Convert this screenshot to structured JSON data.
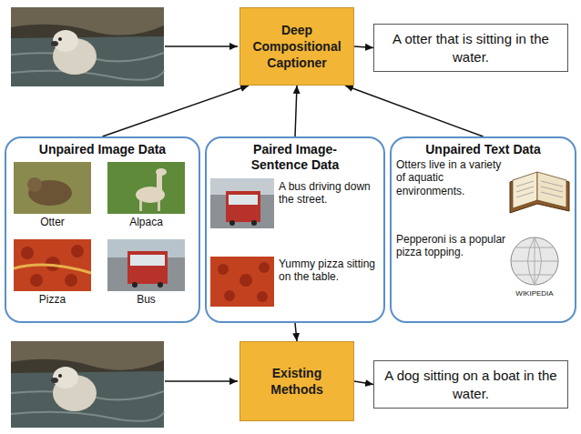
{
  "diagram": {
    "nodes": [
      {
        "text": [
          "Deep Compositional Captioner"
        ]
      },
      {
        "text": [
          "A otter that is sitting in the water."
        ]
      },
      {
        "text": [
          "Unpaired Image Data"
        ]
      },
      {
        "text": [
          "Paired Image-Sentence Data"
        ]
      },
      {
        "text": [
          "Unpaired Text Data"
        ]
      },
      {
        "text": [
          "Existing Methods"
        ]
      },
      {
        "text": [
          "A dog sitting on a boat in the water."
        ]
      }
    ],
    "edges": [
      {
        "from": 0,
        "to": 1,
        "arrow": "to"
      },
      {
        "from": 2,
        "to": 0,
        "arrow": "to"
      },
      {
        "from": 3,
        "to": 0,
        "arrow": "to"
      },
      {
        "from": 4,
        "to": 0,
        "arrow": "to"
      },
      {
        "from": 3,
        "to": 5,
        "arrow": "to"
      },
      {
        "from": 5,
        "to": 6,
        "arrow": "to"
      }
    ],
    "labels": [
      "Otter",
      "Alpaca",
      "Pizza",
      "Bus",
      "A bus driving down the street.",
      "Yummy pizza sitting on the table.",
      "Otters live in a variety of aquatic environments.",
      "Pepperoni is a popular pizza topping.",
      "WIKIPEDIA"
    ]
  }
}
